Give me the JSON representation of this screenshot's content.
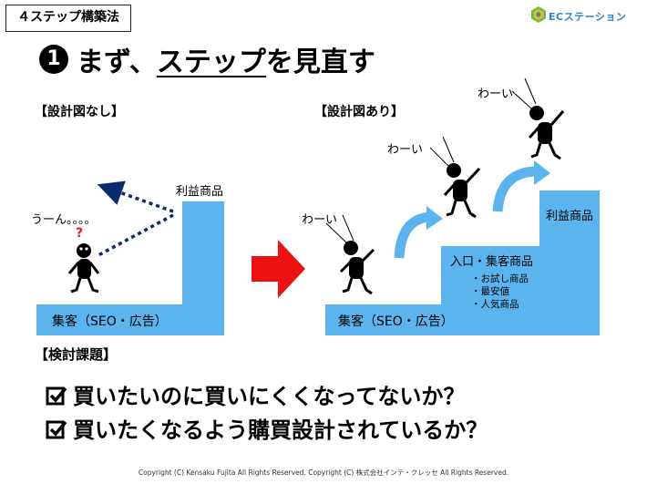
{
  "tag": "４ステップ構築法",
  "logo": {
    "text": "ECステーション"
  },
  "headline": {
    "number": "1",
    "prefix": "まず、",
    "underlined": "ステップ",
    "suffix": "を見直す"
  },
  "left": {
    "label": "【設計図なし】",
    "top_label": "利益商品",
    "base_label": "集客（SEO・広告）",
    "thought": "うーん。。。。",
    "question": "?"
  },
  "right": {
    "label": "【設計図あり】",
    "top_label": "利益商品",
    "mid_label": "入口・集客商品",
    "mid_items": [
      "・お試し商品",
      "・最安値",
      "・人気商品"
    ],
    "base_label": "集客（SEO・広告）",
    "cheers": [
      "わーい",
      "わーい",
      "わーい"
    ]
  },
  "issues": {
    "title": "【検討課題】",
    "items": [
      "買いたいのに買いにくくなってないか？",
      "買いたくなるよう購買設計されているか？"
    ]
  },
  "footer": "Copyright (C) Kensaku Fujita All Rights Reserved. Copyright (C) 株式会社インテ・クレッセ All Rights Reserved.",
  "colors": {
    "stair": "#5bb4ee",
    "arrow": "#ee1111",
    "logo": "#2c83c9"
  }
}
